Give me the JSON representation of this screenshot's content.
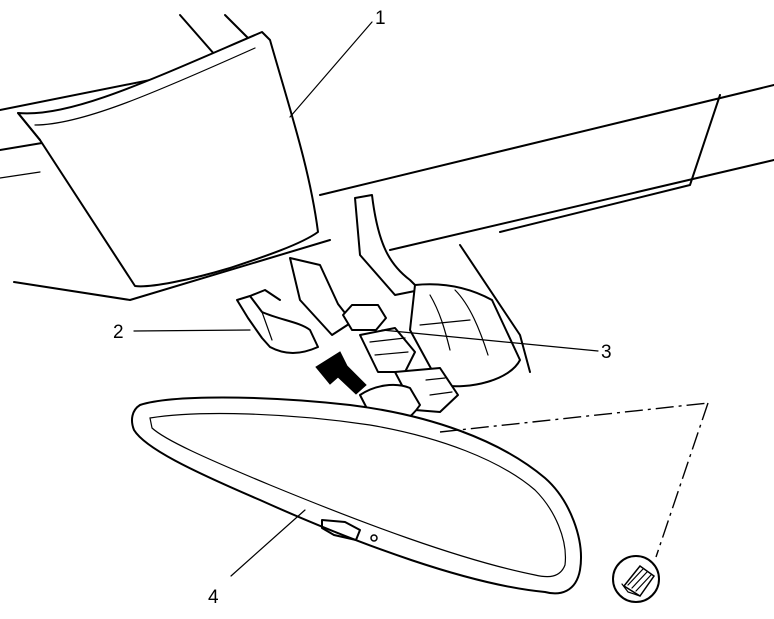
{
  "callouts": [
    {
      "id": "1",
      "label": "1"
    },
    {
      "id": "2",
      "label": "2"
    },
    {
      "id": "3",
      "label": "3"
    },
    {
      "id": "4",
      "label": "4"
    }
  ],
  "symbols": [
    {
      "icon": "grease-apply-icon"
    }
  ]
}
